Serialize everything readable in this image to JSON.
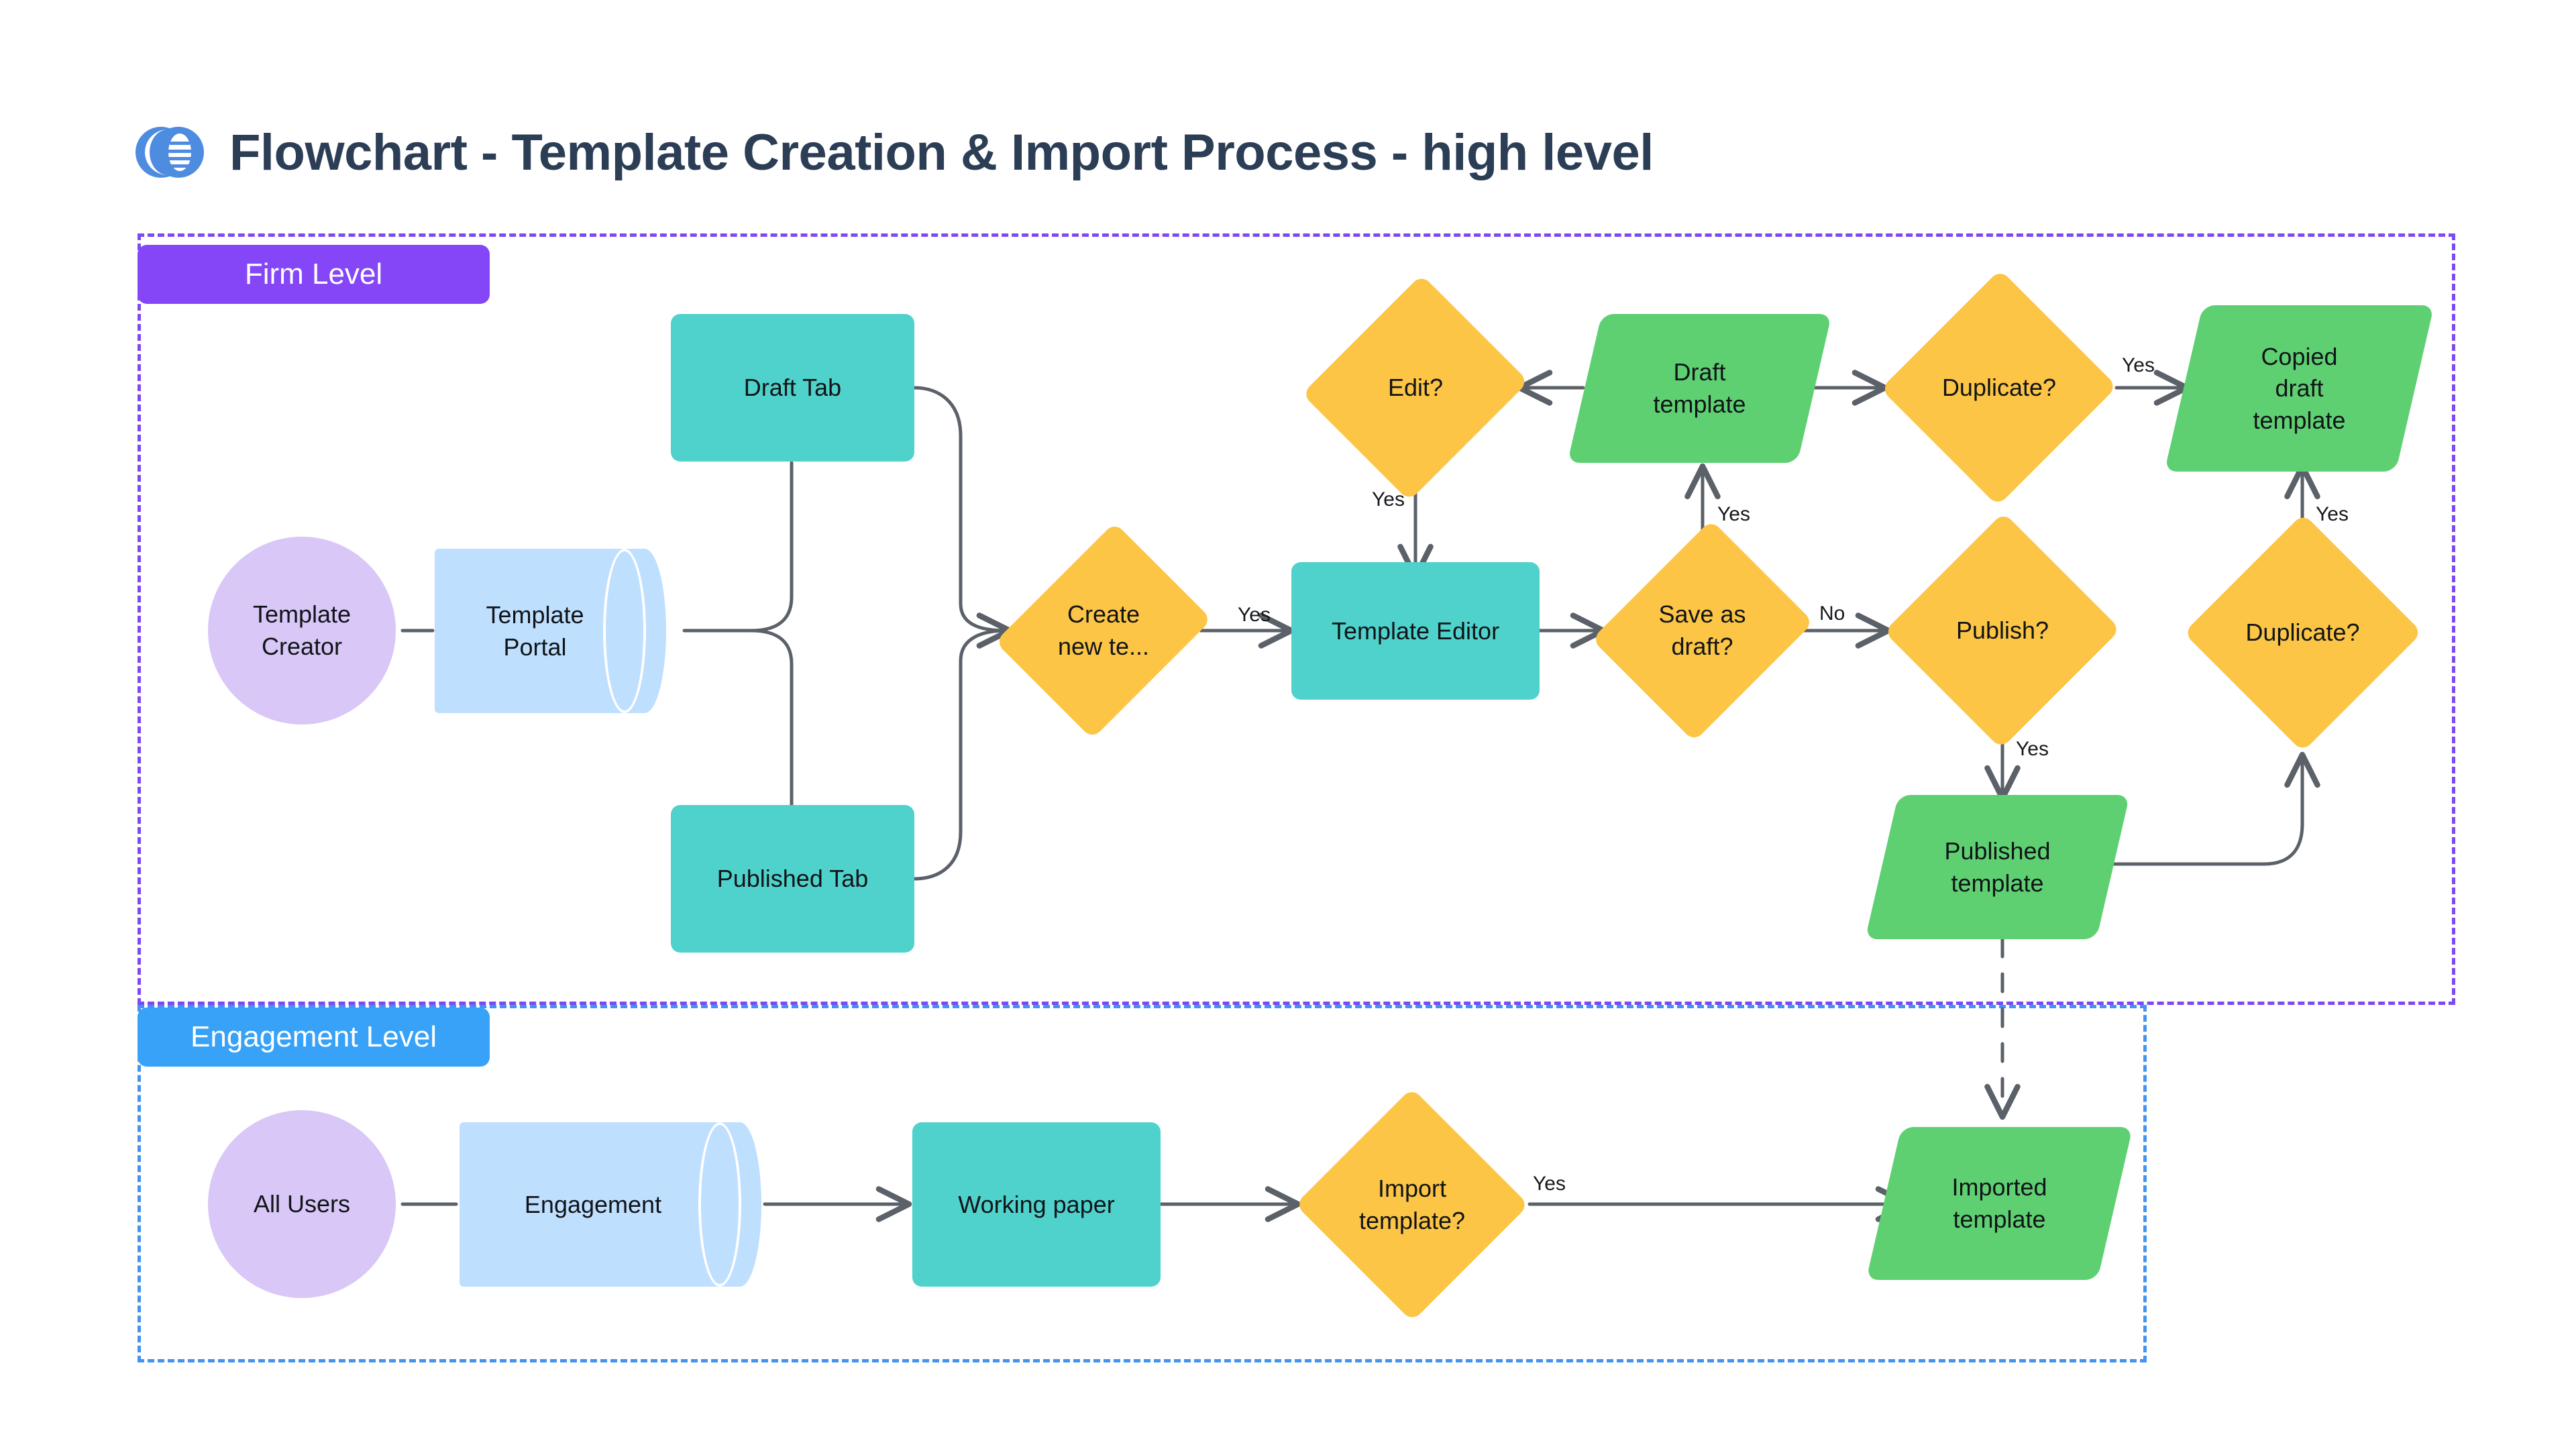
{
  "header": {
    "title": "Flowchart - Template Creation & Import Process - high level",
    "logo_icon": "overlapping-circles-logo",
    "logo_color": "#4e8ce0",
    "title_color": "#2c3e55"
  },
  "lanes": [
    {
      "id": "firm",
      "label": "Firm Level",
      "badge_color": "#8446f7",
      "border_color": "#7c49f5"
    },
    {
      "id": "engagement",
      "label": "Engagement Level",
      "badge_color": "#37a2f7",
      "border_color": "#4294f0"
    }
  ],
  "palette": {
    "purple_ellipse": "#d8c7f7",
    "blue_cylinder": "#bfdfff",
    "teal_rect": "#4fd2cb",
    "yellow_diamond": "#fcc githa",
    "yellow": "#fcc545",
    "green_parallelogram": "#5ed072",
    "edge_stroke": "#5b6168",
    "text": "#111418"
  },
  "nodes": [
    {
      "id": "template-creator",
      "label": "Template Creator",
      "shape": "ellipse",
      "lane": "firm"
    },
    {
      "id": "template-portal",
      "label": "Template Portal",
      "shape": "cylinder",
      "lane": "firm"
    },
    {
      "id": "draft-tab",
      "label": "Draft Tab",
      "shape": "rect",
      "lane": "firm"
    },
    {
      "id": "published-tab",
      "label": "Published Tab",
      "shape": "rect",
      "lane": "firm"
    },
    {
      "id": "create-new-template",
      "label": "Create new te...",
      "shape": "diamond",
      "lane": "firm"
    },
    {
      "id": "template-editor",
      "label": "Template Editor",
      "shape": "rect",
      "lane": "firm"
    },
    {
      "id": "edit",
      "label": "Edit?",
      "shape": "diamond",
      "lane": "firm"
    },
    {
      "id": "draft-template",
      "label": "Draft template",
      "shape": "parallelogram",
      "lane": "firm"
    },
    {
      "id": "save-as-draft",
      "label": "Save as draft?",
      "shape": "diamond",
      "lane": "firm"
    },
    {
      "id": "duplicate-top",
      "label": "Duplicate?",
      "shape": "diamond",
      "lane": "firm"
    },
    {
      "id": "copied-draft-template",
      "label": "Copied draft template",
      "shape": "parallelogram",
      "lane": "firm"
    },
    {
      "id": "publish",
      "label": "Publish?",
      "shape": "diamond",
      "lane": "firm"
    },
    {
      "id": "duplicate-bottom",
      "label": "Duplicate?",
      "shape": "diamond",
      "lane": "firm"
    },
    {
      "id": "published-template",
      "label": "Published template",
      "shape": "parallelogram",
      "lane": "firm"
    },
    {
      "id": "all-users",
      "label": "All Users",
      "shape": "ellipse",
      "lane": "engagement"
    },
    {
      "id": "engagement",
      "label": "Engagement",
      "shape": "cylinder",
      "lane": "engagement"
    },
    {
      "id": "working-paper",
      "label": "Working paper",
      "shape": "rect",
      "lane": "engagement"
    },
    {
      "id": "import-template",
      "label": "Import template?",
      "shape": "diamond",
      "lane": "engagement"
    },
    {
      "id": "imported-template",
      "label": "Imported template",
      "shape": "parallelogram",
      "lane": "engagement"
    }
  ],
  "edge_labels": {
    "create_new_yes": "Yes",
    "edit_yes": "Yes",
    "save_as_draft_yes": "Yes",
    "save_as_draft_no": "No",
    "duplicate_top_yes": "Yes",
    "publish_yes": "Yes",
    "duplicate_bottom_yes": "Yes",
    "import_yes": "Yes"
  },
  "node_labels": {
    "template_creator_l1": "Template",
    "template_creator_l2": "Creator",
    "template_portal_l1": "Template",
    "template_portal_l2": "Portal",
    "draft_tab": "Draft Tab",
    "published_tab": "Published Tab",
    "create_new_l1": "Create",
    "create_new_l2": "new te...",
    "template_editor": "Template Editor",
    "edit": "Edit?",
    "draft_template_l1": "Draft",
    "draft_template_l2": "template",
    "save_as_draft_l1": "Save as",
    "save_as_draft_l2": "draft?",
    "duplicate_top": "Duplicate?",
    "copied_l1": "Copied",
    "copied_l2": "draft",
    "copied_l3": "template",
    "publish": "Publish?",
    "duplicate_bottom": "Duplicate?",
    "published_template_l1": "Published",
    "published_template_l2": "template",
    "all_users": "All Users",
    "engagement": "Engagement",
    "working_paper": "Working paper",
    "import_l1": "Import",
    "import_l2": "template?",
    "imported_l1": "Imported",
    "imported_l2": "template"
  }
}
